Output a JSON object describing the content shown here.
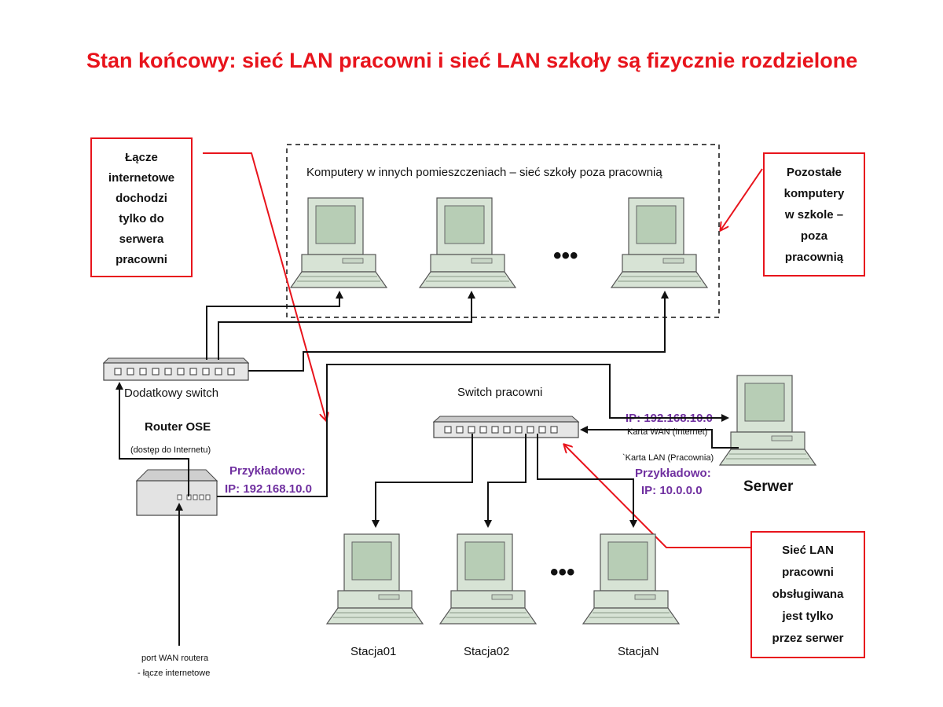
{
  "title": "Stan końcowy: sieć LAN pracowni i sieć LAN szkoły są fizycznie rozdzielone",
  "school_group_label": "Komputery w innych pomieszczeniach – sieć szkoły poza pracownią",
  "callouts": {
    "internet_link": [
      "Łącze",
      "internetowe",
      "dochodzi",
      "tylko do",
      "serwera",
      "pracowni"
    ],
    "other_computers": [
      "Pozostałe",
      "komputery",
      "w szkole –",
      "poza",
      "pracownią"
    ],
    "lab_lan": [
      "Sieć LAN",
      "pracowni",
      "obsługiwana",
      "jest tylko",
      "przez serwer"
    ]
  },
  "extra_switch": {
    "label": "Dodatkowy switch"
  },
  "lab_switch": {
    "label": "Switch pracowni"
  },
  "router": {
    "name": "Router OSE",
    "subtitle": "(dostęp do Internetu)"
  },
  "router_ip": {
    "prefix": "Przykładowo:",
    "ip": "IP: 192.168.10.0"
  },
  "server": {
    "name": "Serwer",
    "wan_ip": "IP: 192.168.10.0",
    "wan_card": "Karta WAN (Internet)",
    "lan_card": "`Karta LAN (Pracownia)",
    "lan_prefix": "Przykładowo:",
    "lan_ip": "IP: 10.0.0.0"
  },
  "wan_port": {
    "line1": "port WAN routera",
    "line2": "- łącze internetowe"
  },
  "ellipsis": "•••",
  "stations": [
    "Stacja01",
    "Stacja02",
    "StacjaN"
  ],
  "colors": {
    "accent_red": "#e8141c",
    "ip_purple": "#7030a0",
    "computer_fill": "#d7e3d5",
    "computer_screen": "#b7cdb5",
    "line": "#111111"
  }
}
